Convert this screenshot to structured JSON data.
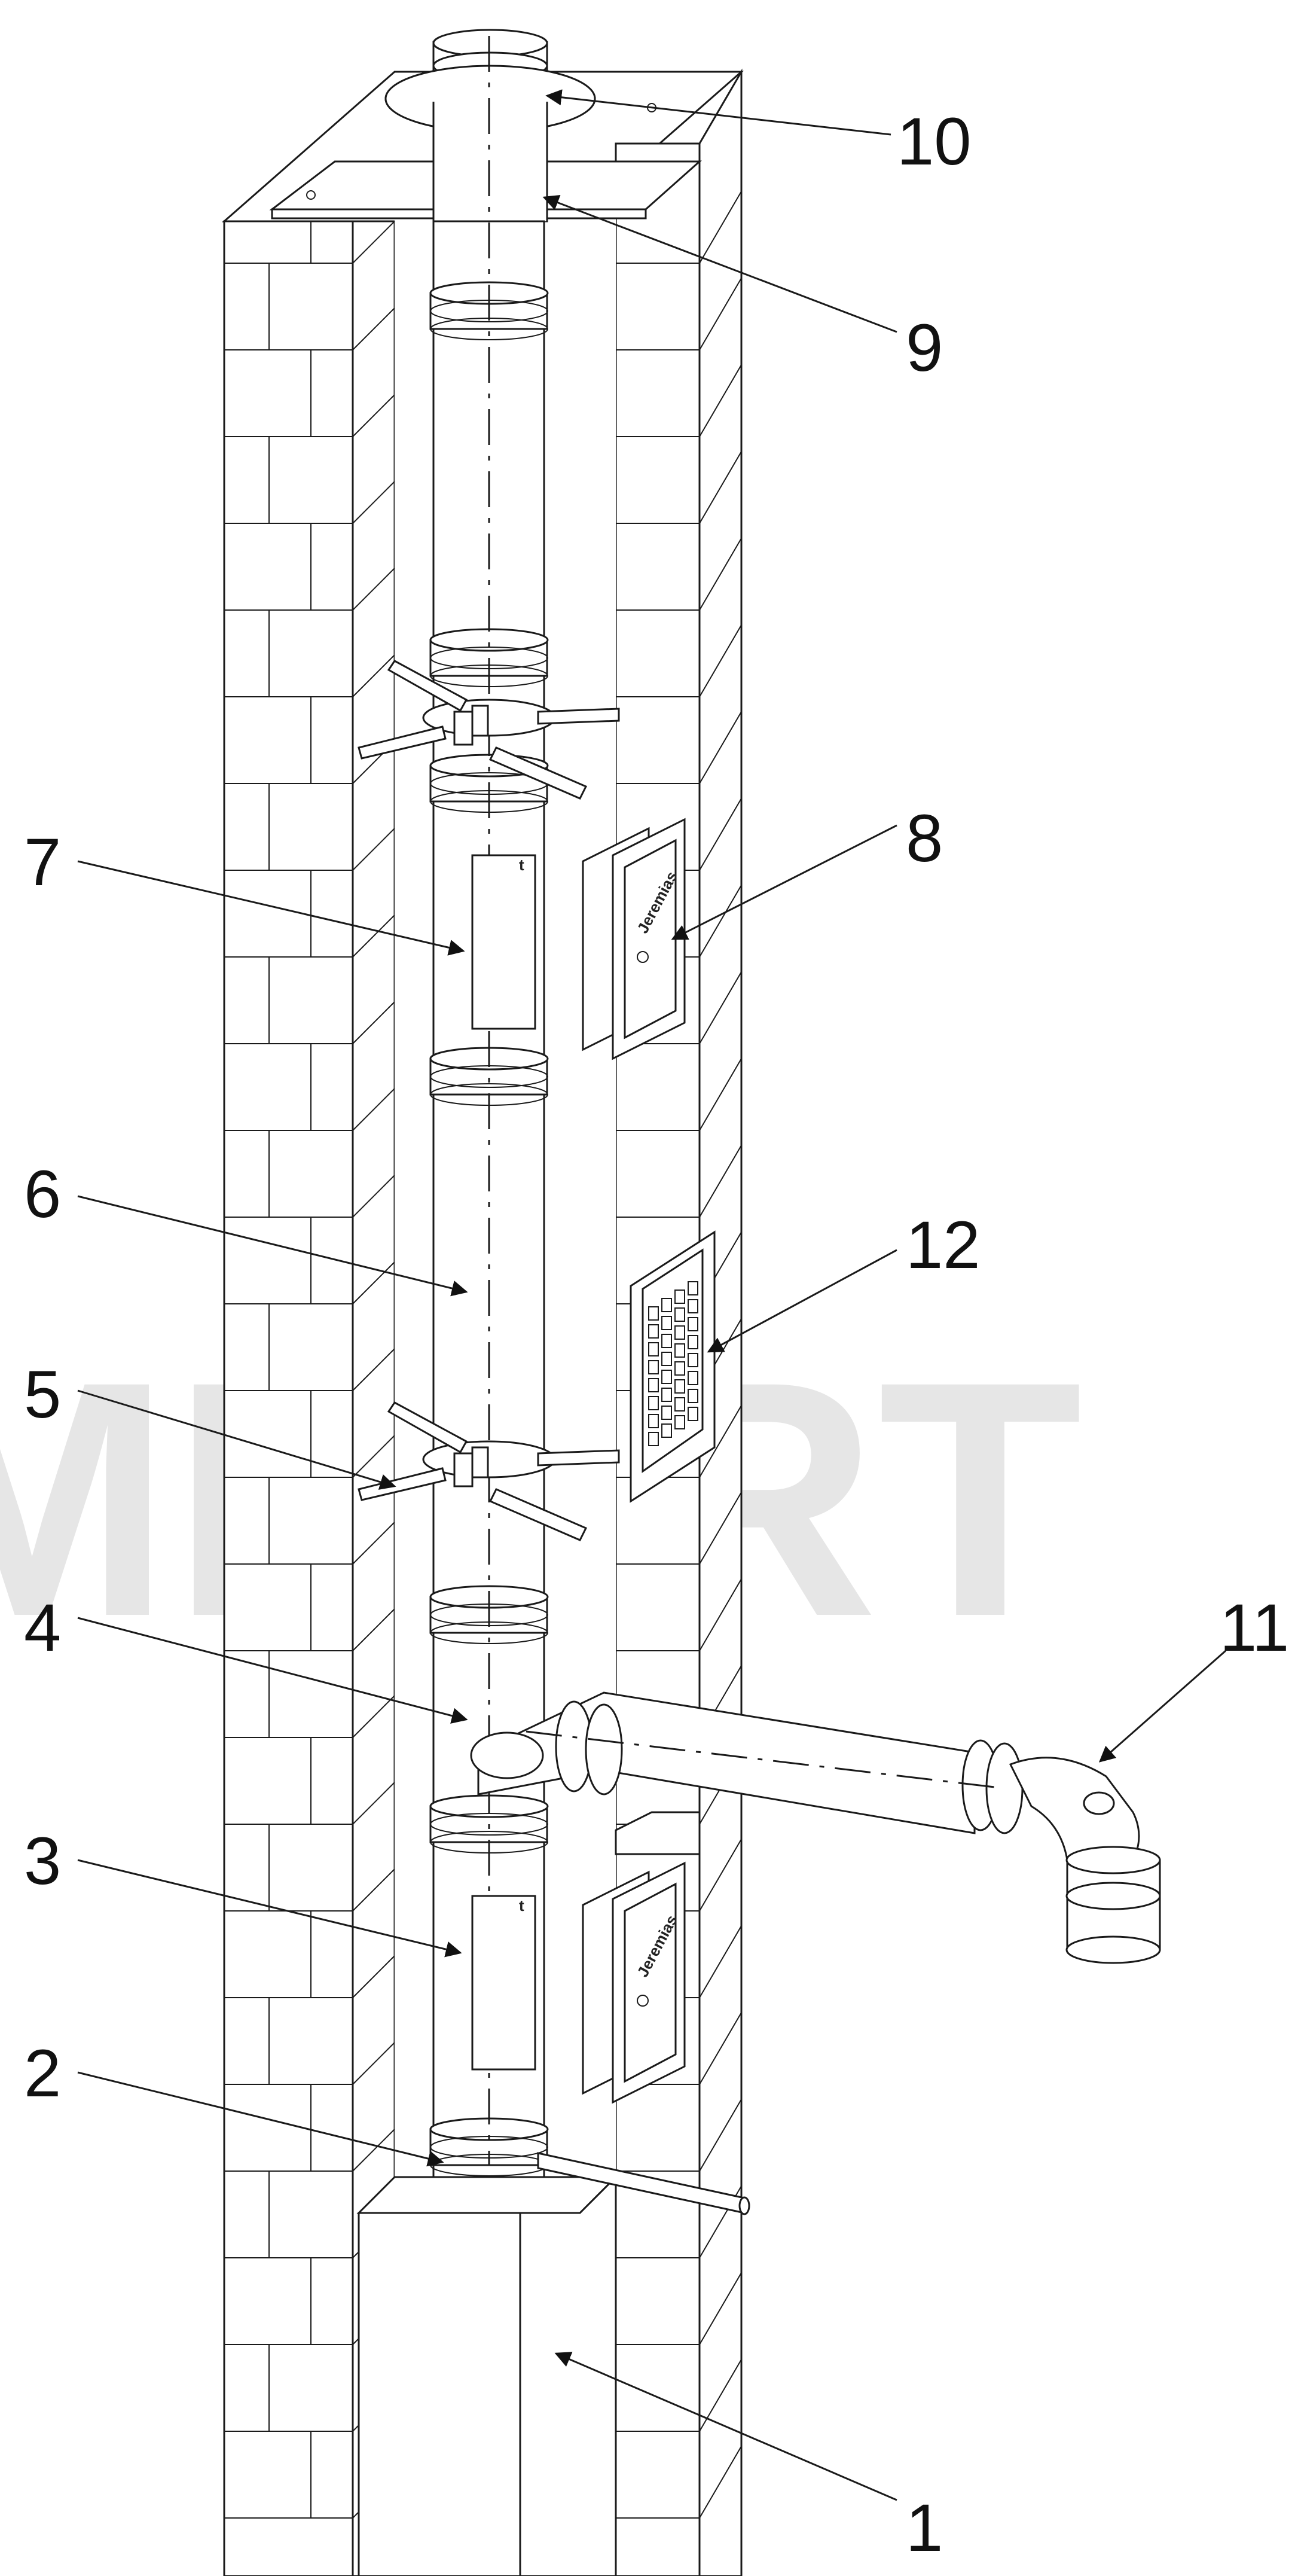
{
  "watermark": "MFORT",
  "door_brand": "Jeremias",
  "callouts": [
    {
      "num": "1"
    },
    {
      "num": "2"
    },
    {
      "num": "3"
    },
    {
      "num": "4"
    },
    {
      "num": "5"
    },
    {
      "num": "6"
    },
    {
      "num": "7"
    },
    {
      "num": "8"
    },
    {
      "num": "9"
    },
    {
      "num": "10"
    },
    {
      "num": "11"
    },
    {
      "num": "12"
    }
  ]
}
